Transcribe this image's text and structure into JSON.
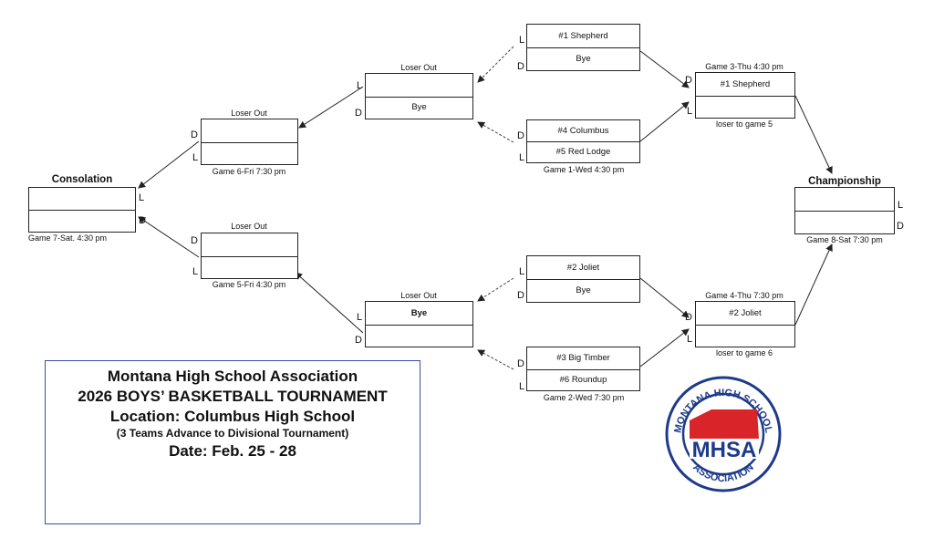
{
  "bracket": {
    "consolation": {
      "header": "Consolation",
      "top": "",
      "bottom": "",
      "caption": "Game 7-Sat. 4:30 pm"
    },
    "championship": {
      "header": "Championship",
      "top": "",
      "bottom": "",
      "caption": "Game 8-Sat 7:30 pm"
    },
    "game6": {
      "header": "Loser Out",
      "top": "",
      "bottom": "",
      "caption": "Game 6-Fri 7:30 pm"
    },
    "game5": {
      "header": "Loser Out",
      "top": "",
      "bottom": "",
      "caption": "Game 5-Fri 4:30 pm"
    },
    "loser_top": {
      "header": "Loser Out",
      "top": "",
      "bottom": "Bye"
    },
    "loser_bottom": {
      "header": "Loser Out",
      "top": "Bye",
      "bottom": ""
    },
    "bye_top": {
      "top": "#1 Shepherd",
      "bottom": "Bye"
    },
    "game1": {
      "top": "#4 Columbus",
      "bottom": "#5 Red Lodge",
      "caption": "Game 1-Wed 4:30 pm"
    },
    "bye_bottom": {
      "top": "#2 Joliet",
      "bottom": "Bye"
    },
    "game2": {
      "top": "#3 Big Timber",
      "bottom": "#6 Roundup",
      "caption": "Game 2-Wed 7:30 pm"
    },
    "game3": {
      "header": "Game 3-Thu 4:30 pm",
      "top": "#1  Shepherd",
      "bottom": "",
      "caption": "loser to game 5"
    },
    "game4": {
      "header": "Game 4-Thu 7:30 pm",
      "top": "#2 Joliet",
      "bottom": "",
      "caption": "loser to game 6"
    },
    "win_letter": "D",
    "loss_letter": "L"
  },
  "info": {
    "line1": "Montana High School Association",
    "line2": "2026  BOYS’ BASKETBALL TOURNAMENT",
    "line3": "Location: Columbus High School",
    "line4": "(3 Teams Advance to Divisional Tournament)",
    "line5": "Date:  Feb. 25 - 28"
  },
  "logo": {
    "top_text": "MONTANA HIGH SCHOOL",
    "center_text": "MHSA",
    "bottom_text": "ASSOCIATION",
    "colors": {
      "ring": "#1d3a8a",
      "red": "#d9252a"
    }
  }
}
